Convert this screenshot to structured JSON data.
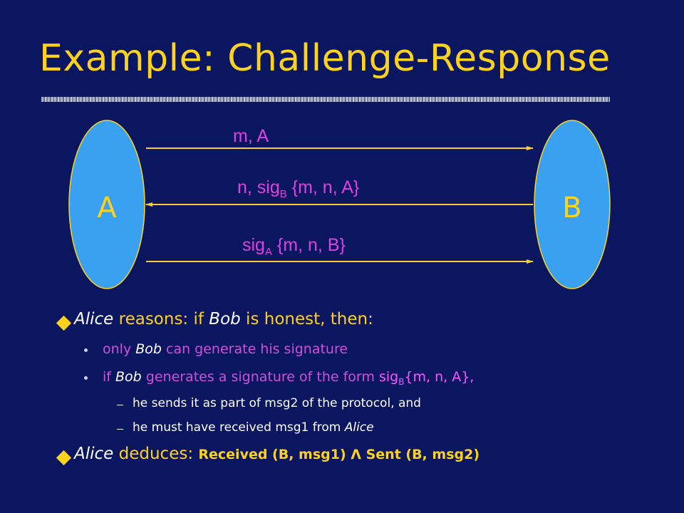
{
  "title": "Example: Challenge-Response",
  "colors": {
    "background": "#0b1660",
    "title": "#ffd21f",
    "node_fill": "#3aa0f0",
    "node_stroke": "#ffd21f",
    "arrow": "#ffcc33",
    "message_text": "#e040e0"
  },
  "diagram": {
    "nodes": {
      "left": "A",
      "right": "B"
    },
    "messages": [
      {
        "text": "m, A",
        "direction": "A-to-B"
      },
      {
        "text_pre": "n, sig",
        "sub": "B",
        "text_post": " {m, n, A}",
        "direction": "B-to-A"
      },
      {
        "text_pre": "sig",
        "sub": "A",
        "text_post": " {m, n, B}",
        "direction": "A-to-B"
      }
    ]
  },
  "bullets": {
    "b1": {
      "actor": "Alice",
      "text": " reasons: if ",
      "who": "Bob",
      "tail": " is honest, then:"
    },
    "s1": {
      "pre": "only ",
      "who": "Bob",
      "post": " can generate his signature"
    },
    "s2": {
      "pre": "if ",
      "who": "Bob",
      "mid": " generates a signature of the form ",
      "sig": "sig",
      "sub": "B",
      "sig_post": "{m, n, A},",
      "post": ""
    },
    "t1": "he sends it as part of msg2 of the protocol, and",
    "t2": {
      "pre": "he must have received msg1 from ",
      "who": "Alice"
    },
    "b2": {
      "actor": "Alice",
      "text": " deduces: ",
      "formula": "Received (B, msg1) Λ Sent (B, msg2)"
    }
  }
}
